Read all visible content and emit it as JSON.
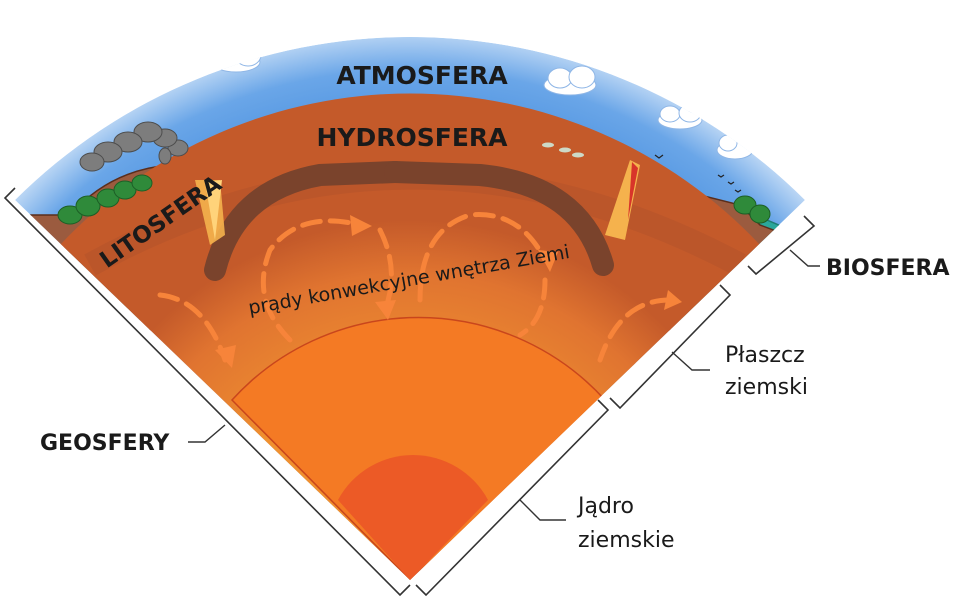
{
  "labels": {
    "atmosfera": "ATMOSFERA",
    "hydrosfera": "HYDROSFERA",
    "litosfera": "LITOSFERA",
    "convection": "prądy konwekcyjne wnętrza Ziemi",
    "biosfera": "BIOSFERA",
    "plaszcz_line1": "Płaszcz",
    "plaszcz_line2": "ziemski",
    "jadro_line1": "Jądro",
    "jadro_line2": "ziemskie",
    "geosfery": "GEOSFERY"
  },
  "colors": {
    "sky_outer": "#ffffff",
    "sky_inner": "#4f93de",
    "ocean": "#2aa79b",
    "crust": "#9b5b3f",
    "crust_dark": "#6e3b26",
    "mantle_upper": "#c9602a",
    "mantle": "#e3782f",
    "outer_core": "#f47a24",
    "inner_core": "#ec5a26",
    "lava": "#f5b24d",
    "smoke": "#7d7d7d",
    "trees": "#2f8a3a",
    "arrows": "#f7843a"
  }
}
